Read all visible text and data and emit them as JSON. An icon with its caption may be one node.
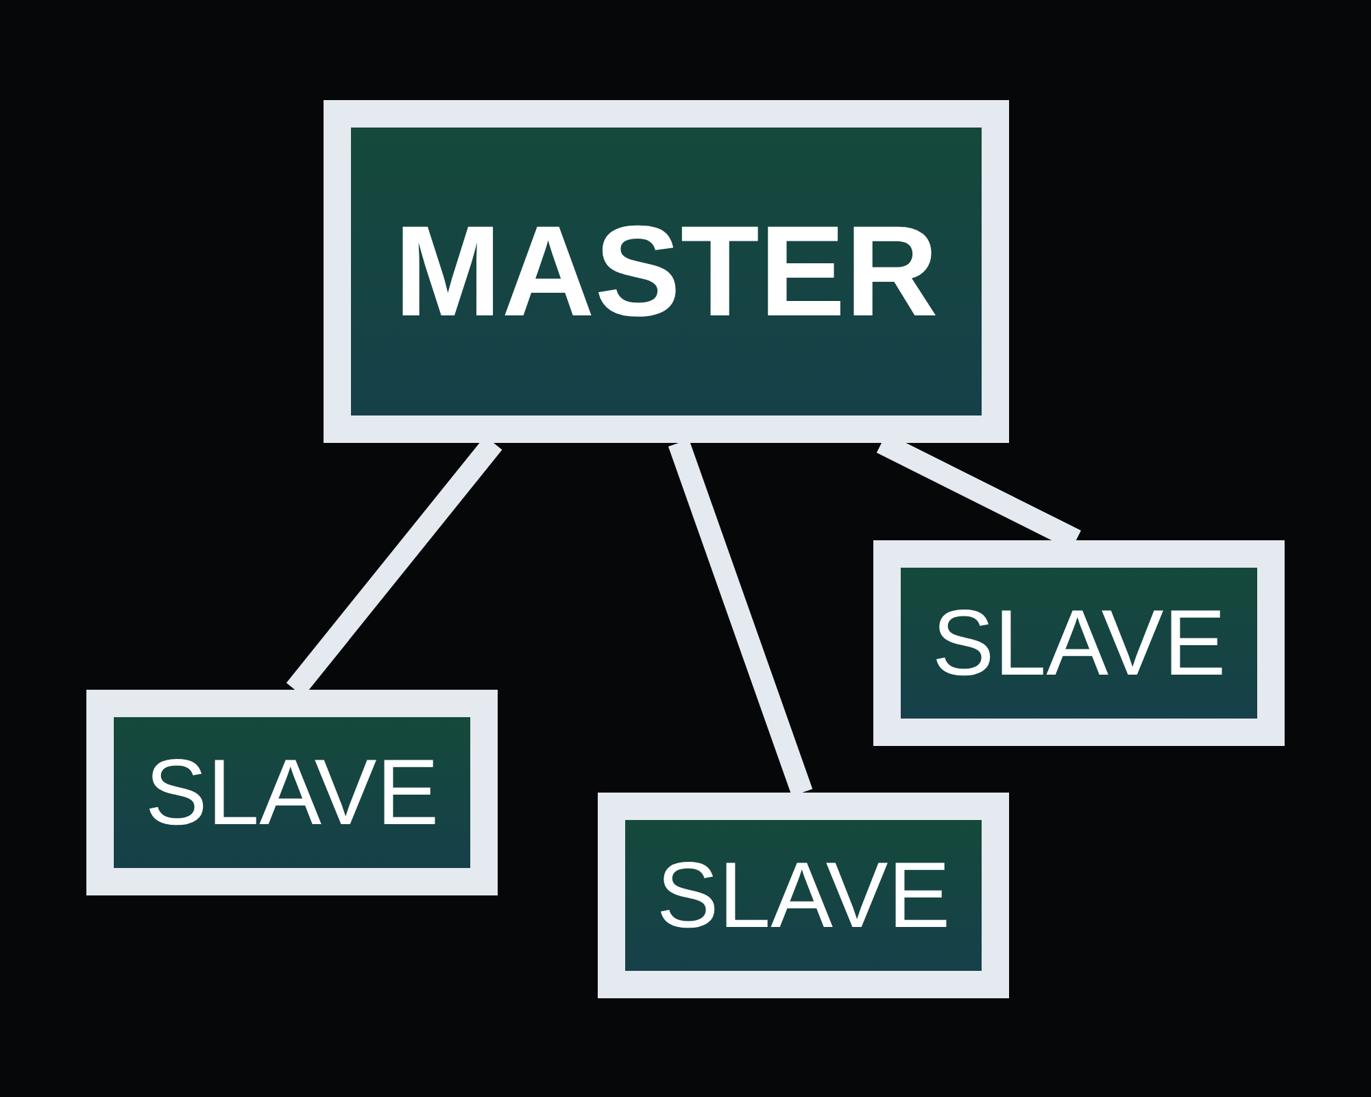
{
  "diagram": {
    "nodes": [
      {
        "text": [
          "MASTER"
        ]
      },
      {
        "text": [
          "SLAVE"
        ]
      },
      {
        "text": [
          "SLAVE"
        ]
      },
      {
        "text": [
          "SLAVE"
        ]
      }
    ],
    "edges": [
      {
        "from": 0,
        "to": 1,
        "arrow": "none"
      },
      {
        "from": 0,
        "to": 2,
        "arrow": "none"
      },
      {
        "from": 0,
        "to": 3,
        "arrow": "none"
      }
    ]
  }
}
